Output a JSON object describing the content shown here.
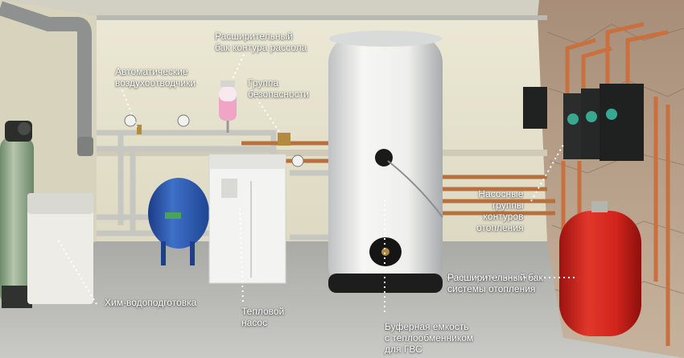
{
  "labels": {
    "expansion_tank_brine": {
      "line1": "Расширительный",
      "line2": "бак контура рассола"
    },
    "air_vents": {
      "line1": "Автоматические",
      "line2": "воздухоотводчики"
    },
    "safety_group": {
      "line1": "Группа",
      "line2": "безопасности"
    },
    "pump_groups": {
      "line1": "Насосные",
      "line2": "группы",
      "line3": "контуров",
      "line4": "отопления"
    },
    "expansion_tank_heating": {
      "line1": "Расширительный бак",
      "line2": "системы отопления"
    },
    "water_treatment": {
      "line1": "Хим-водоподготовка"
    },
    "heat_pump": {
      "line1": "Тепловой",
      "line2": "насос"
    },
    "buffer_tank": {
      "line1": "Буферная емкость",
      "line2": "с теплообменником",
      "line3": "для ГВС"
    }
  },
  "colors": {
    "wall": "#e6e3cf",
    "floor": "#bcbdbb",
    "stone": "#b89f87",
    "copper": "#c9703e",
    "blue_tank": "#2f5fb8",
    "red_tank": "#d8231b",
    "label_text": "#ffffff"
  }
}
